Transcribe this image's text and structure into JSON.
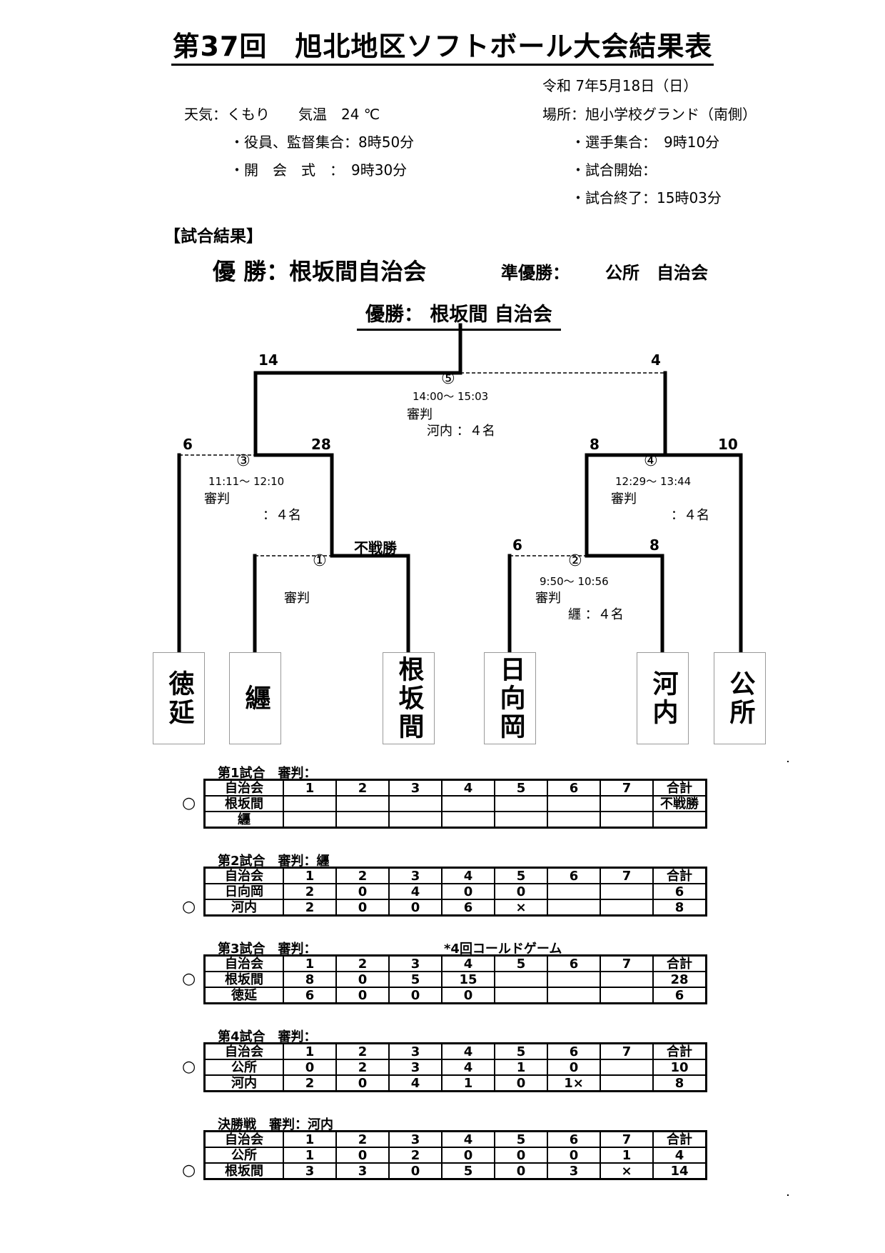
{
  "title": "第37回　旭北地区ソフトボール大会結果表",
  "date": "令和 7年5月18日（日）",
  "weather": "天気：くもり　　気温　24 ℃",
  "place": "場所：旭小学校グランド（南側）",
  "officials_meet": "・役員、監督集合：8時50分",
  "ceremony": "・開　会　式　：　9時30分",
  "players_meet": "・選手集合：　9時10分",
  "game_start": "・試合開始：",
  "game_end": "・試合終了：15時03分",
  "results_heading": "【試合結果】",
  "champion_line": "優 勝：根坂間自治会",
  "runner_up_label": "準優勝：",
  "runner_up": "公所　自治会",
  "bracket": {
    "champion_label": "優勝：  根坂間 自治会",
    "teams": [
      "徳延",
      "纒",
      "根坂間",
      "日向岡",
      "河内",
      "公所"
    ],
    "final": {
      "no": "⑤",
      "left_score": "14",
      "right_score": "4",
      "time": "14:00～ 15:03",
      "umpire_label": "審判",
      "umpire": "河内 ：４名"
    },
    "game3": {
      "no": "③",
      "left_score": "6",
      "right_score": "28",
      "time": "11:11～ 12:10",
      "umpire_label": "審判",
      "umpire": "：４名"
    },
    "game4": {
      "no": "④",
      "left_score": "8",
      "right_score": "10",
      "time": "12:29～ 13:44",
      "umpire_label": "審判",
      "umpire": "：４名"
    },
    "game1": {
      "no": "①",
      "right_score": "不戦勝",
      "umpire_label": "審判"
    },
    "game2": {
      "no": "②",
      "left_score": "6",
      "right_score": "8",
      "time": "9:50～ 10:56",
      "umpire_label": "審判",
      "umpire": "纒 ：４名"
    }
  },
  "scoreboards": [
    {
      "title": "第1試合　審判：",
      "note": "",
      "header": [
        "自治会",
        "1",
        "2",
        "3",
        "4",
        "5",
        "6",
        "7",
        "合計"
      ],
      "rows": [
        {
          "win": "○",
          "cells": [
            "根坂間",
            "",
            "",
            "",
            "",
            "",
            "",
            "",
            "不戦勝"
          ]
        },
        {
          "win": "",
          "cells": [
            "纒",
            "",
            "",
            "",
            "",
            "",
            "",
            "",
            ""
          ]
        }
      ]
    },
    {
      "title": "第2試合　審判：纒",
      "note": "",
      "header": [
        "自治会",
        "1",
        "2",
        "3",
        "4",
        "5",
        "6",
        "7",
        "合計"
      ],
      "rows": [
        {
          "win": "",
          "cells": [
            "日向岡",
            "2",
            "0",
            "4",
            "0",
            "0",
            "",
            "",
            "6"
          ]
        },
        {
          "win": "○",
          "cells": [
            "河内",
            "2",
            "0",
            "0",
            "6",
            "×",
            "",
            "",
            "8"
          ]
        }
      ]
    },
    {
      "title": "第3試合　審判：",
      "note": "*4回コールドゲーム",
      "header": [
        "自治会",
        "1",
        "2",
        "3",
        "4",
        "5",
        "6",
        "7",
        "合計"
      ],
      "rows": [
        {
          "win": "○",
          "cells": [
            "根坂間",
            "8",
            "0",
            "5",
            "15",
            "",
            "",
            "",
            "28"
          ]
        },
        {
          "win": "",
          "cells": [
            "徳延",
            "6",
            "0",
            "0",
            "0",
            "",
            "",
            "",
            "6"
          ]
        }
      ]
    },
    {
      "title": "第4試合　審判：",
      "note": "",
      "header": [
        "自治会",
        "1",
        "2",
        "3",
        "4",
        "5",
        "6",
        "7",
        "合計"
      ],
      "rows": [
        {
          "win": "○",
          "cells": [
            "公所",
            "0",
            "2",
            "3",
            "4",
            "1",
            "0",
            "",
            "10"
          ]
        },
        {
          "win": "",
          "cells": [
            "河内",
            "2",
            "0",
            "4",
            "1",
            "0",
            "1×",
            "",
            "8"
          ]
        }
      ]
    },
    {
      "title": "決勝戦　審判：河内",
      "note": "",
      "header": [
        "自治会",
        "1",
        "2",
        "3",
        "4",
        "5",
        "6",
        "7",
        "合計"
      ],
      "rows": [
        {
          "win": "",
          "cells": [
            "公所",
            "1",
            "0",
            "2",
            "0",
            "0",
            "0",
            "1",
            "4"
          ]
        },
        {
          "win": "○",
          "cells": [
            "根坂間",
            "3",
            "3",
            "0",
            "5",
            "0",
            "3",
            "×",
            "14"
          ]
        }
      ]
    }
  ]
}
